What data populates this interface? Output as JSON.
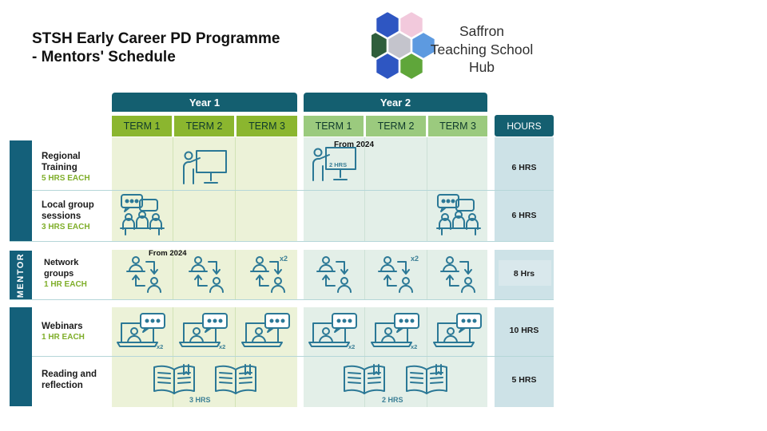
{
  "title_line1": "STSH Early Career PD Programme",
  "title_line2": "- Mentors' Schedule",
  "logo": {
    "line1": "Saffron",
    "line2": "Teaching School",
    "line3": "Hub",
    "hex_colors": [
      "#2e56c2",
      "#f2c9dc",
      "#2f5e3c",
      "#c4c4cc",
      "#5d9ae0",
      "#2e56c2",
      "#5fa63a"
    ]
  },
  "years": [
    {
      "label": "Year 1",
      "terms": [
        "TERM 1",
        "TERM 2",
        "TERM 3"
      ]
    },
    {
      "label": "Year 2",
      "terms": [
        "TERM 1",
        "TERM 2",
        "TERM 3"
      ]
    }
  ],
  "hours_header": "HOURS",
  "sidebar_label": "MENTOR",
  "rows": [
    {
      "title": [
        "Regional",
        "Training"
      ],
      "sub": "5 HRS EACH",
      "hours": "6 HRS",
      "from_note": "From 2024",
      "badge": "2 HRS"
    },
    {
      "title": [
        "Local group",
        "sessions"
      ],
      "sub": "3 HRS EACH",
      "hours": "6 HRS"
    },
    {
      "title": [
        "Network",
        "groups"
      ],
      "sub": "1 HR EACH",
      "hours": "8 Hrs",
      "from_note": "From 2024",
      "multiplier": "x2"
    },
    {
      "title": [
        "Webinars"
      ],
      "sub": "1 HR EACH",
      "hours": "10 HRS",
      "multiplier": "x2"
    },
    {
      "title": [
        "Reading and",
        "reflection"
      ],
      "hours": "5 HRS",
      "year1_total": "3 HRS",
      "year2_total": "2 HRS"
    }
  ],
  "colors": {
    "header": "#145f70",
    "term_year1": "#8bb62f",
    "term_year2": "#9bca7e",
    "accent_green": "#7fae2a",
    "icon_stroke": "#2b7896"
  }
}
